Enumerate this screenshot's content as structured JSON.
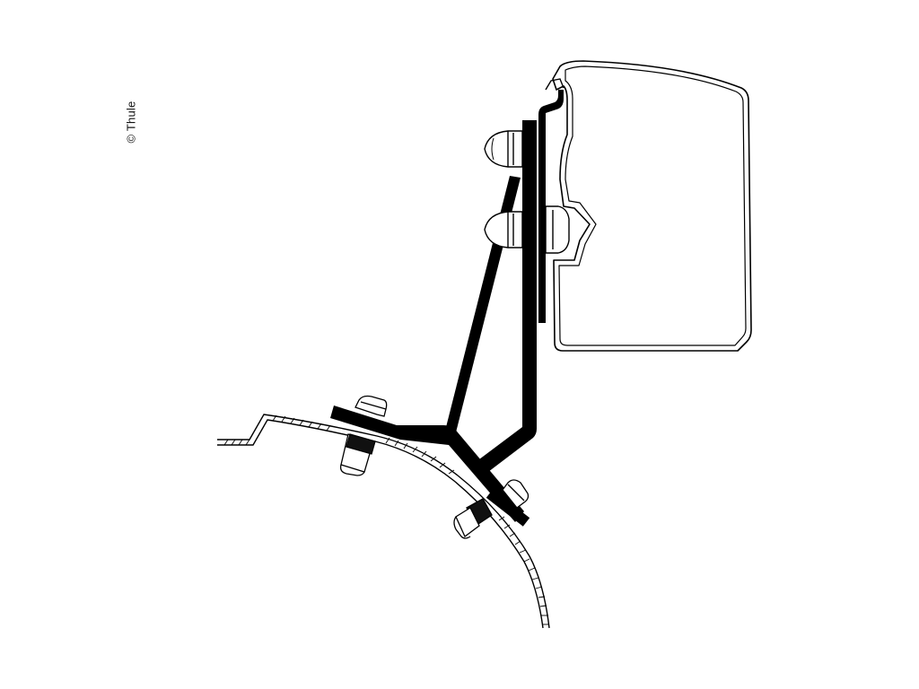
{
  "copyright": {
    "text": "© Thule"
  },
  "colors": {
    "background": "#ffffff",
    "line": "#000000",
    "bracket": "#000000"
  },
  "parts": [
    "awning-housing",
    "awning-profile-rail",
    "front-bolt-head",
    "lower-bolt-head",
    "vertical-adapter-arm",
    "diagonal-strut",
    "roof-bracket-plate",
    "side-bracket-plate",
    "vehicle-roof-panel",
    "roof-mount-bolt",
    "side-mount-bolt"
  ]
}
